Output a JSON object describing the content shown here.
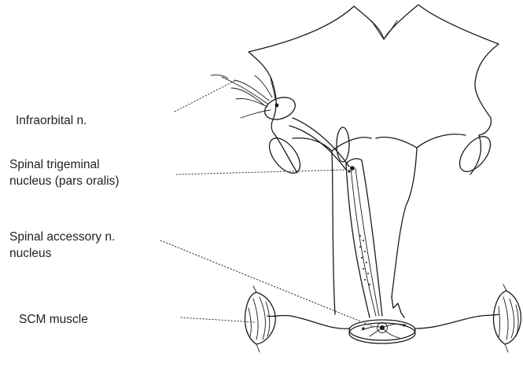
{
  "labels": {
    "infraorbital": "Infraorbital n.",
    "spinal_trigeminal": [
      "Spinal trigeminal",
      "nucleus (pars oralis)"
    ],
    "spinal_accessory": [
      "Spinal accessory n.",
      "nucleus"
    ],
    "scm": "SCM muscle"
  },
  "colors": {
    "ink": "#1a1a1a",
    "text": "#222222",
    "background": "#ffffff"
  }
}
